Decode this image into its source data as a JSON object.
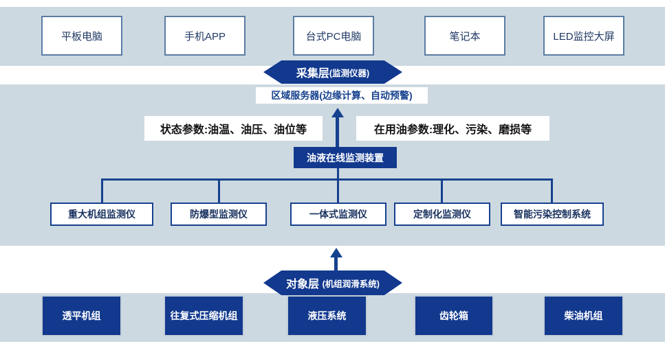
{
  "diagram": {
    "top_devices": [
      "平板电脑",
      "手机APP",
      "台式PC电脑",
      "笔记本",
      "LED监控大屏"
    ],
    "collection_layer": {
      "title": "采集层",
      "subtitle": "(监测仪器)"
    },
    "server": "区域服务器(边缘计算、自动预警)",
    "status_params": "状态参数:油温、油压、油位等",
    "oil_params": "在用油参数:理化、污染、磨损等",
    "monitor_device": "油液在线监测装置",
    "monitors": [
      "重大机组监测仪",
      "防爆型监测仪",
      "一体式监测仪",
      "定制化监测仪",
      "智能污染控制系统"
    ],
    "object_layer": {
      "title": "对象层",
      "subtitle": "(机组润滑系统)"
    },
    "equipment": [
      "透平机组",
      "往复式压缩机组",
      "液压系统",
      "齿轮箱",
      "柴油机组"
    ],
    "colors": {
      "band": "#cdd9e1",
      "primary_blue": "#12398e",
      "line_blue": "#16418e",
      "device_border": "#5a7ca3",
      "device_text": "#203864"
    }
  }
}
